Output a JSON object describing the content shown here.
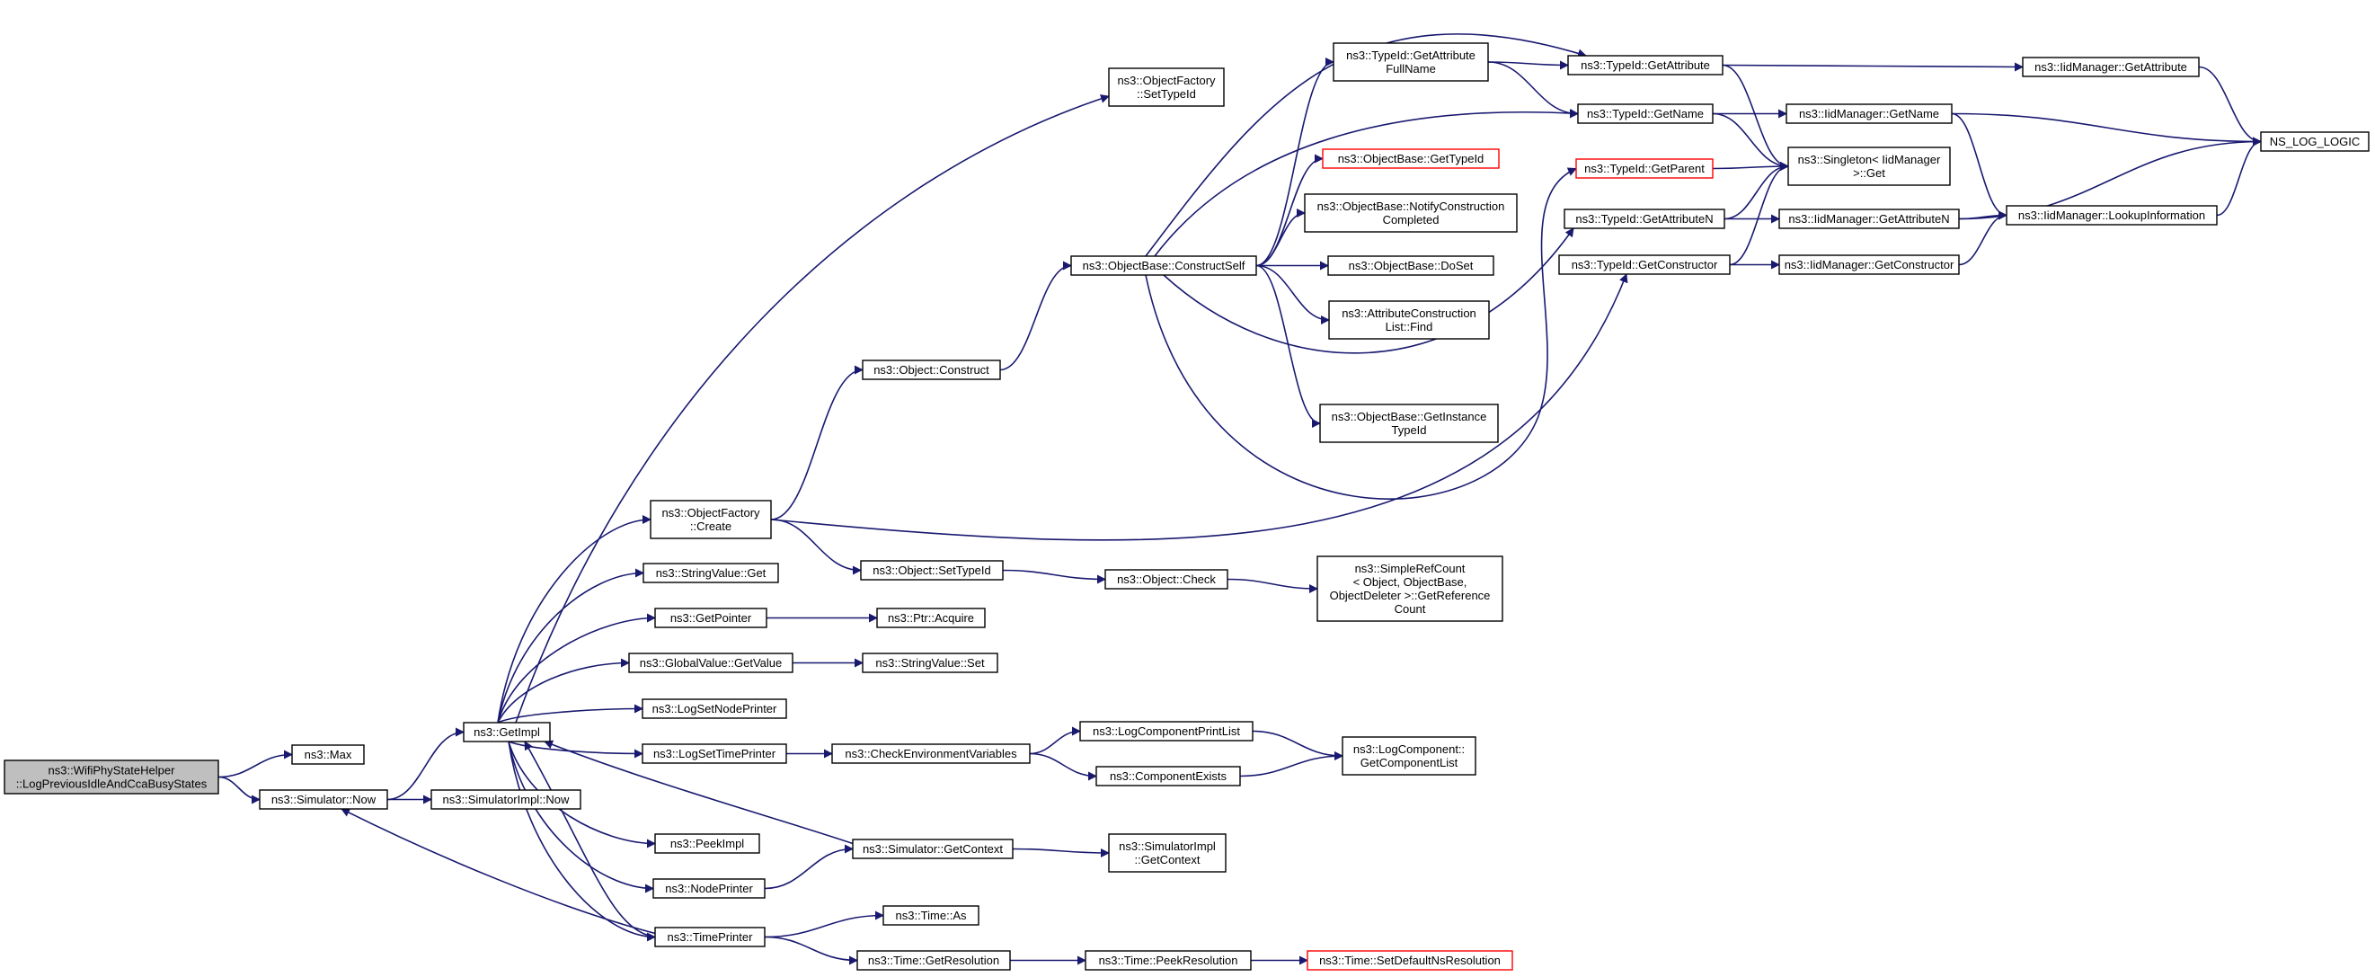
{
  "colors": {
    "edge": "#191970",
    "node_border": "#000000",
    "node_fill": "#ffffff",
    "root_fill": "#bfbfbf",
    "missing_doc_border": "#ff0000"
  },
  "nodes": {
    "root": {
      "lines": [
        "ns3::WifiPhyStateHelper",
        "::LogPreviousIdleAndCcaBusyStates"
      ]
    },
    "max": {
      "lines": [
        "ns3::Max"
      ]
    },
    "simNow": {
      "lines": [
        "ns3::Simulator::Now"
      ]
    },
    "simImplNow": {
      "lines": [
        "ns3::SimulatorImpl::Now"
      ]
    },
    "getImpl": {
      "lines": [
        "ns3::GetImpl"
      ]
    },
    "ofCreate": {
      "lines": [
        "ns3::ObjectFactory",
        "::Create"
      ]
    },
    "stringValueGet": {
      "lines": [
        "ns3::StringValue::Get"
      ]
    },
    "getPointer": {
      "lines": [
        "ns3::GetPointer"
      ]
    },
    "globalGetValue": {
      "lines": [
        "ns3::GlobalValue::GetValue"
      ]
    },
    "logSetNodePrinter": {
      "lines": [
        "ns3::LogSetNodePrinter"
      ]
    },
    "logSetTimePrinter": {
      "lines": [
        "ns3::LogSetTimePrinter"
      ]
    },
    "peekImpl": {
      "lines": [
        "ns3::PeekImpl"
      ]
    },
    "nodePrinter": {
      "lines": [
        "ns3::NodePrinter"
      ]
    },
    "timePrinter": {
      "lines": [
        "ns3::TimePrinter"
      ]
    },
    "ofSetTypeId": {
      "lines": [
        "ns3::ObjectFactory",
        "::SetTypeId"
      ]
    },
    "objConstruct": {
      "lines": [
        "ns3::Object::Construct"
      ]
    },
    "objSetTypeId": {
      "lines": [
        "ns3::Object::SetTypeId"
      ]
    },
    "ptrAcquire": {
      "lines": [
        "ns3::Ptr::Acquire"
      ]
    },
    "stringValueSet": {
      "lines": [
        "ns3::StringValue::Set"
      ]
    },
    "checkEnv": {
      "lines": [
        "ns3::CheckEnvironmentVariables"
      ]
    },
    "simGetContext": {
      "lines": [
        "ns3::Simulator::GetContext"
      ]
    },
    "timeAs": {
      "lines": [
        "ns3::Time::As"
      ]
    },
    "timeGetRes": {
      "lines": [
        "ns3::Time::GetResolution"
      ]
    },
    "constructSelf": {
      "lines": [
        "ns3::ObjectBase::ConstructSelf"
      ]
    },
    "objCheck": {
      "lines": [
        "ns3::Object::Check"
      ]
    },
    "logCompPrintList": {
      "lines": [
        "ns3::LogComponentPrintList"
      ]
    },
    "compExists": {
      "lines": [
        "ns3::ComponentExists"
      ]
    },
    "simImplGetContext": {
      "lines": [
        "ns3::SimulatorImpl",
        "::GetContext"
      ]
    },
    "timePeekRes": {
      "lines": [
        "ns3::Time::PeekResolution"
      ]
    },
    "typeIdGetAttrFullName": {
      "lines": [
        "ns3::TypeId::GetAttribute",
        "FullName"
      ]
    },
    "objBaseGetTypeId": {
      "lines": [
        "ns3::ObjectBase::GetTypeId"
      ]
    },
    "notifyConstructionCompleted": {
      "lines": [
        "ns3::ObjectBase::NotifyConstruction",
        "Completed"
      ]
    },
    "doSet": {
      "lines": [
        "ns3::ObjectBase::DoSet"
      ]
    },
    "attrConstructionListFind": {
      "lines": [
        "ns3::AttributeConstruction",
        "List::Find"
      ]
    },
    "getInstanceTypeId": {
      "lines": [
        "ns3::ObjectBase::GetInstance",
        "TypeId"
      ]
    },
    "simpleRefCount": {
      "lines": [
        "ns3::SimpleRefCount",
        "< Object, ObjectBase,",
        "ObjectDeleter >::GetReference",
        "Count"
      ]
    },
    "logCompGetList": {
      "lines": [
        "ns3::LogComponent::",
        "GetComponentList"
      ]
    },
    "setDefaultNsRes": {
      "lines": [
        "ns3::Time::SetDefaultNsResolution"
      ]
    },
    "typeIdGetAttribute": {
      "lines": [
        "ns3::TypeId::GetAttribute"
      ]
    },
    "typeIdGetName": {
      "lines": [
        "ns3::TypeId::GetName"
      ]
    },
    "typeIdGetParent": {
      "lines": [
        "ns3::TypeId::GetParent"
      ]
    },
    "typeIdGetAttributeN": {
      "lines": [
        "ns3::TypeId::GetAttributeN"
      ]
    },
    "typeIdGetConstructor": {
      "lines": [
        "ns3::TypeId::GetConstructor"
      ]
    },
    "singletonGet": {
      "lines": [
        "ns3::Singleton< IidManager",
        ">::Get"
      ]
    },
    "iidGetAttribute": {
      "lines": [
        "ns3::IidManager::GetAttribute"
      ]
    },
    "iidGetName": {
      "lines": [
        "ns3::IidManager::GetName"
      ]
    },
    "iidGetAttributeN": {
      "lines": [
        "ns3::IidManager::GetAttributeN"
      ]
    },
    "iidGetConstructor": {
      "lines": [
        "ns3::IidManager::GetConstructor"
      ]
    },
    "iidLookupInformation": {
      "lines": [
        "ns3::IidManager::LookupInformation"
      ]
    },
    "nsLogLogic": {
      "lines": [
        "NS_LOG_LOGIC"
      ]
    }
  }
}
